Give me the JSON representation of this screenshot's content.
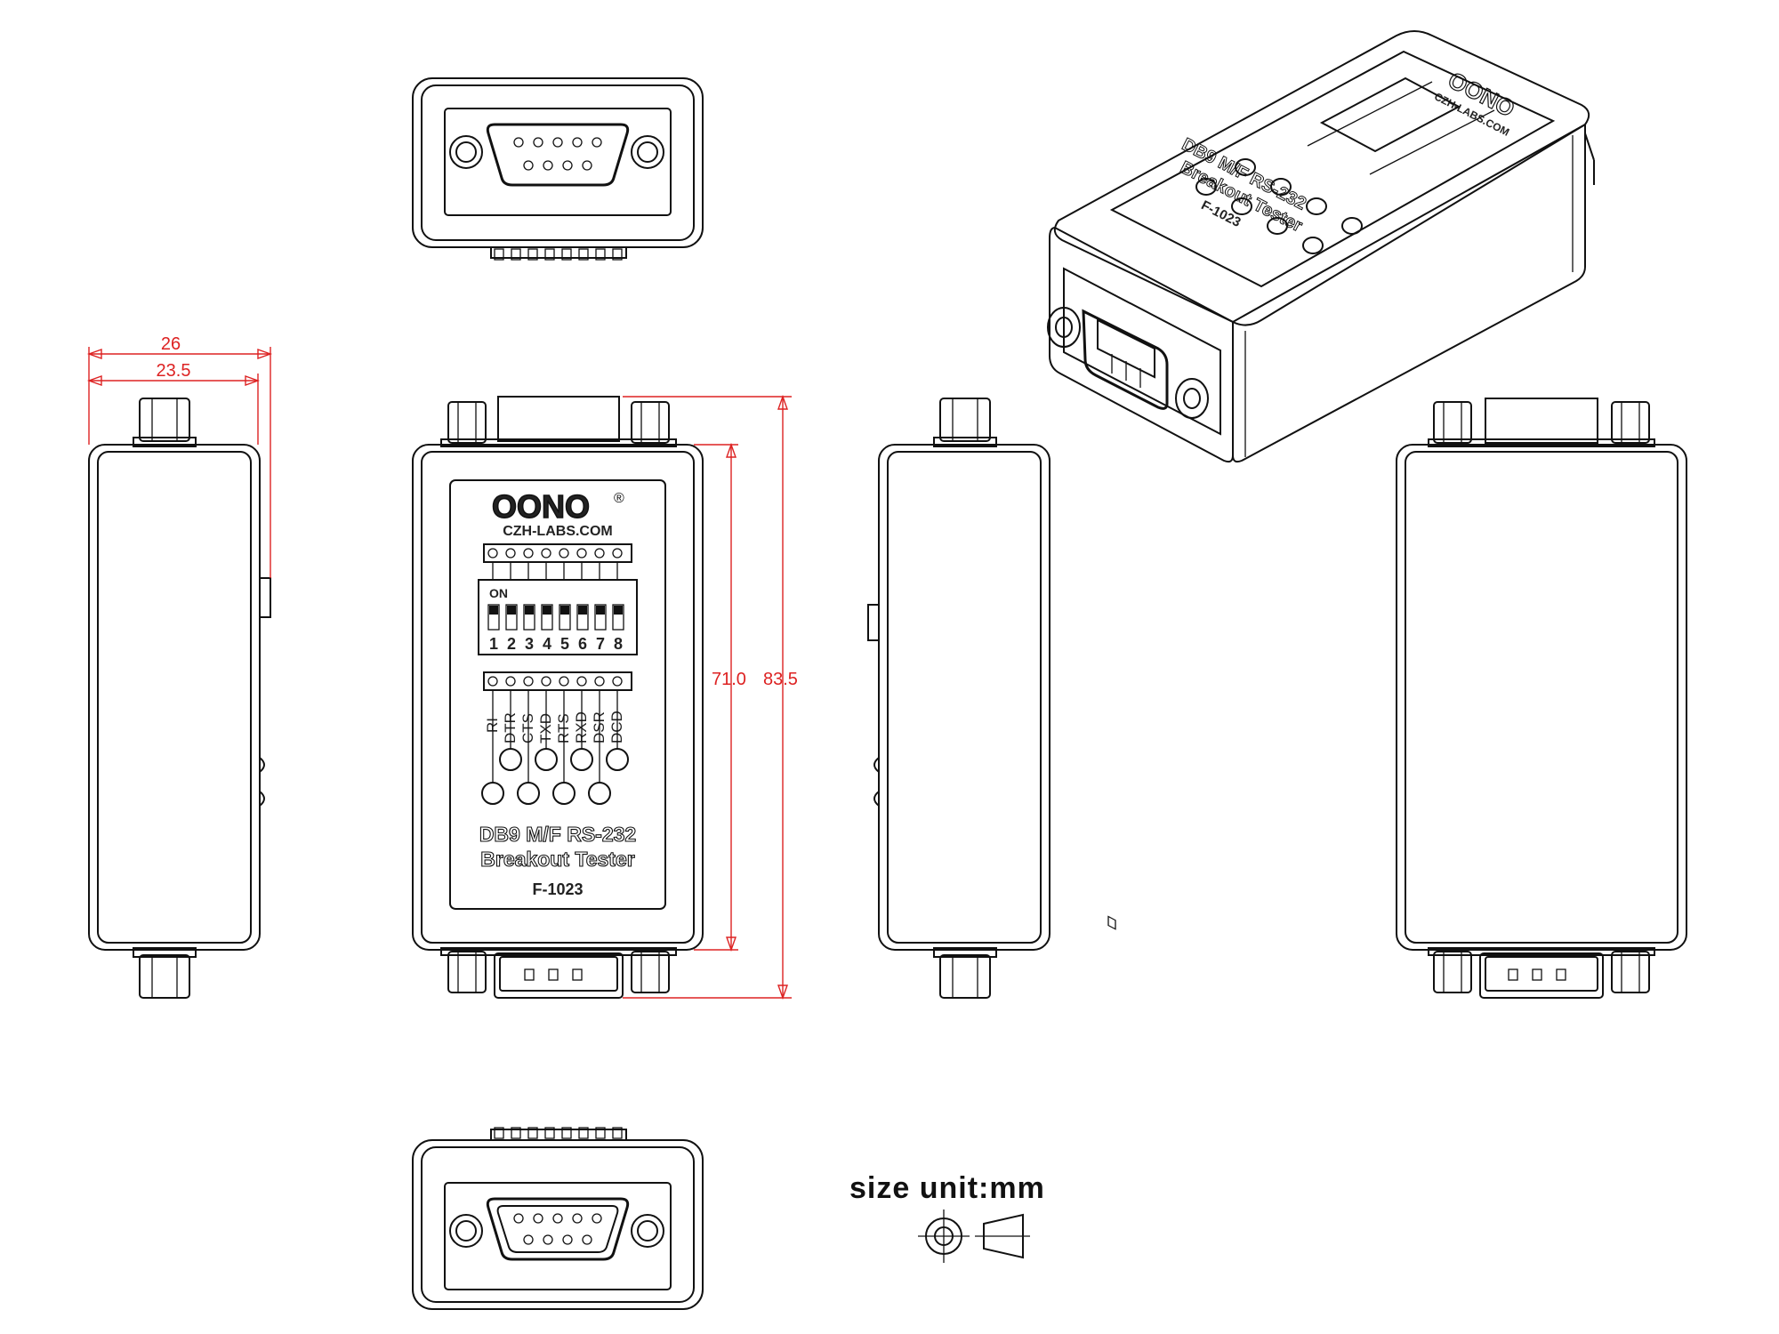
{
  "drawing": {
    "brand": "OONO",
    "registered_mark": "®",
    "website": "CZH-LABS.COM",
    "switch_on_label": "ON",
    "switch_numbers": [
      "1",
      "2",
      "3",
      "4",
      "5",
      "6",
      "7",
      "8"
    ],
    "signals": [
      "RI",
      "DTR",
      "CTS",
      "TXD",
      "RTS",
      "RXD",
      "DSR",
      "DCD"
    ],
    "product_line1": "DB9 M/F RS-232",
    "product_line2": "Breakout Tester",
    "model": "F-1023",
    "size_unit": "size unit:mm"
  },
  "dimensions": {
    "width_outer": "26",
    "width_inner": "23.5",
    "length_body": "71.0",
    "length_total": "83.5"
  },
  "colors": {
    "line": "#111111",
    "dimension": "#dd2222",
    "background": "#ffffff"
  }
}
